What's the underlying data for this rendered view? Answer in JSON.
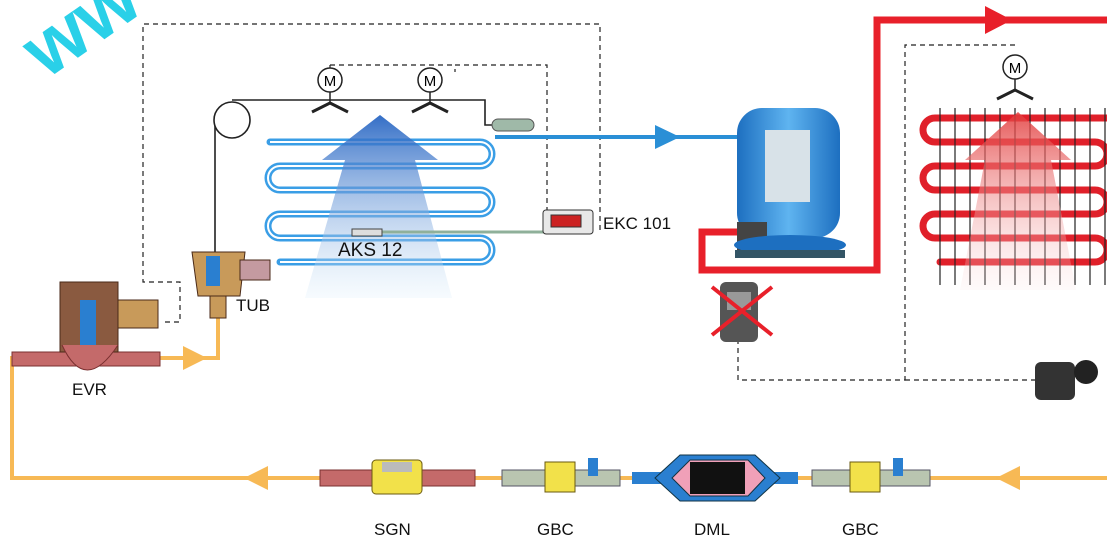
{
  "watermark": "ww",
  "labels": {
    "evr": "EVR",
    "tub": "TUB",
    "aks": "AKS 12",
    "ekc": "EKC 101",
    "sgn": "SGN",
    "gbc_left": "GBC",
    "dml": "DML",
    "gbc_right": "GBC"
  },
  "motor_symbol": "M",
  "colors": {
    "suction_line": "#2a8fd6",
    "discharge_line": "#e8202a",
    "liquid_line": "#f7b955",
    "evaporator": "#3a9ee6",
    "condenser": "#e0202a",
    "compressor": "#2f8fd8",
    "control_line": "#222222"
  },
  "icons": [
    "motor-icon",
    "fan-icon",
    "arrow-icon",
    "cross-icon"
  ]
}
